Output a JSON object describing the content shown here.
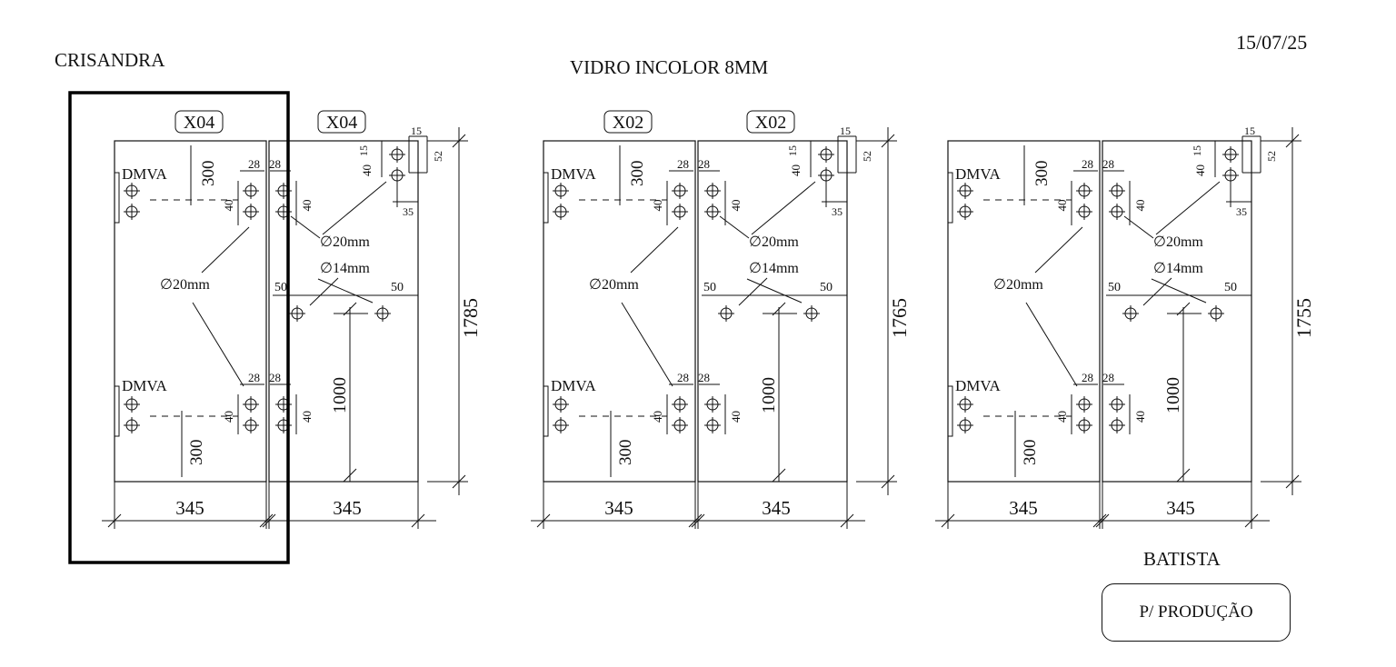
{
  "header": {
    "client": "CRISANDRA",
    "title": "VIDRO INCOLOR 8MM",
    "date": "15/07/25"
  },
  "footer": {
    "author": "BATISTA",
    "stamp": "P/ PRODUÇÃO"
  },
  "labels": {
    "dmva": "DMVA",
    "hole20": "∅20mm",
    "hole14": "∅14mm"
  },
  "assemblies": [
    {
      "tag_left": "X04",
      "tag_right": "X04",
      "height": "1785",
      "width_left": "345",
      "width_right": "345",
      "selected": true,
      "dims": {
        "top_offset": "300",
        "bottom_offset": "300",
        "hinge_x": "28",
        "hinge_y": "40",
        "hole_offset": "50",
        "handle_height": "1000",
        "top_15": "15",
        "top_40": "40",
        "top_52": "52",
        "top_35": "35"
      }
    },
    {
      "tag_left": "X02",
      "tag_right": "X02",
      "height": "1765",
      "width_left": "345",
      "width_right": "345",
      "selected": false,
      "dims": {
        "top_offset": "300",
        "bottom_offset": "300",
        "hinge_x": "28",
        "hinge_y": "40",
        "hole_offset": "50",
        "handle_height": "1000",
        "top_15": "15",
        "top_40": "40",
        "top_52": "52",
        "top_35": "35"
      }
    },
    {
      "tag_left": "",
      "tag_right": "",
      "height": "1755",
      "width_left": "345",
      "width_right": "345",
      "selected": false,
      "dims": {
        "top_offset": "300",
        "bottom_offset": "300",
        "hinge_x": "28",
        "hinge_y": "40",
        "hole_offset": "50",
        "handle_height": "1000",
        "top_15": "15",
        "top_40": "40",
        "top_52": "52",
        "top_35": "35"
      }
    }
  ]
}
